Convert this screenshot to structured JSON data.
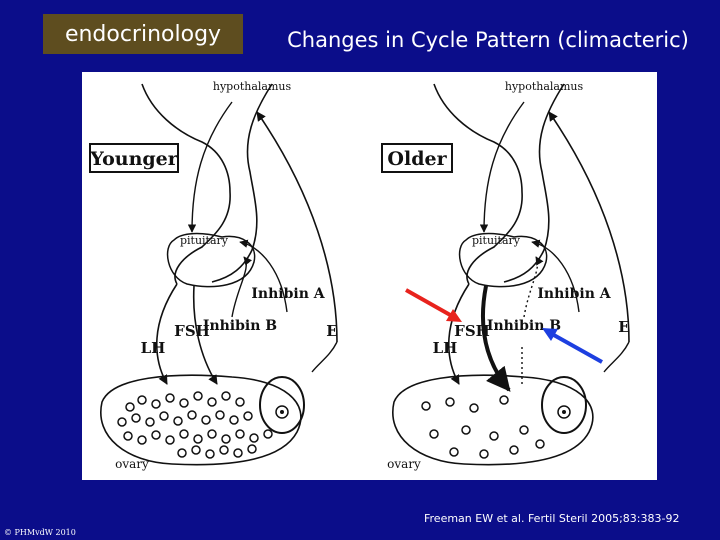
{
  "header": {
    "topic": "endocrinology",
    "title": "Changes in Cycle Pattern (climacteric)"
  },
  "panels": [
    {
      "title": "Younger",
      "labels": {
        "hypothalamus": "hypothalamus",
        "pituitary": "pituitary",
        "lh": "LH",
        "fsh": "FSH",
        "inhibin_b": "Inhibin B",
        "inhibin_a": "Inhibin A",
        "estrogen": "E",
        "ovary": "ovary"
      }
    },
    {
      "title": "Older",
      "labels": {
        "hypothalamus": "hypothalamus",
        "pituitary": "pituitary",
        "lh": "LH",
        "fsh": "FSH",
        "inhibin_b": "Inhibin B",
        "inhibin_a": "Inhibin A",
        "estrogen": "E",
        "ovary": "ovary"
      }
    }
  ],
  "highlights": [
    {
      "target": "FSH",
      "color": "#e8231d"
    },
    {
      "target": "Inhibin B",
      "color": "#1d3fe0"
    }
  ],
  "footer": {
    "citation": "Freeman EW et al. Fertil Steril 2005;83:383-92",
    "copyright": "© PHMvdW 2010"
  },
  "colors": {
    "background": "#0b0d8a",
    "topic_bg": "#5e4d1f"
  }
}
